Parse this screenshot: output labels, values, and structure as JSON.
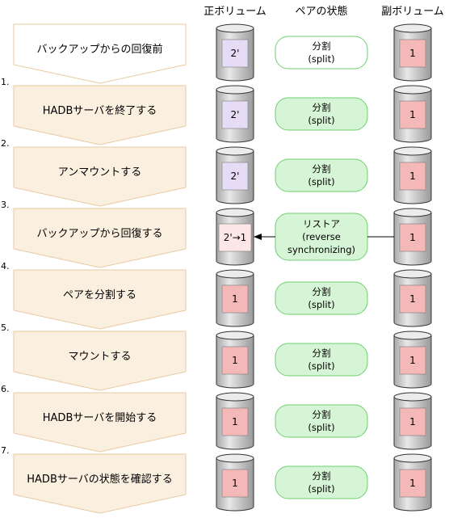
{
  "headers": {
    "primary_volume": "正ボリューム",
    "pair_state": "ペアの状態",
    "secondary_volume": "副ボリューム"
  },
  "rows": [
    {
      "num": "",
      "label": "バックアップからの回復前",
      "primary": "2'",
      "state": [
        "分割",
        "(split)"
      ],
      "arrow": false
    },
    {
      "num": "1.",
      "label": "HADBサーバを終了する",
      "primary": "2'",
      "state": [
        "分割",
        "(split)"
      ],
      "arrow": false
    },
    {
      "num": "2.",
      "label": "アンマウントする",
      "primary": "2'",
      "state": [
        "分割",
        "(split)"
      ],
      "arrow": false
    },
    {
      "num": "3.",
      "label": "バックアップから回復する",
      "primary": "2'→1",
      "state": [
        "リストア",
        "(reverse",
        "synchronizing)"
      ],
      "arrow": true
    },
    {
      "num": "4.",
      "label": "ペアを分割する",
      "primary": "1",
      "state": [
        "分割",
        "(split)"
      ],
      "arrow": false
    },
    {
      "num": "5.",
      "label": "マウントする",
      "primary": "1",
      "state": [
        "分割",
        "(split)"
      ],
      "arrow": false
    },
    {
      "num": "6.",
      "label": "HADBサーバを開始する",
      "primary": "1",
      "state": [
        "分割",
        "(split)"
      ],
      "arrow": false
    },
    {
      "num": "7.",
      "label": "HADBサーバの状態を確認する",
      "primary": "1",
      "state": [
        "分割",
        "(split)"
      ],
      "arrow": false
    }
  ],
  "secondary_value": "1",
  "colors": {
    "step_fill": "#fbefe0",
    "step_stroke": "#e8c9a0",
    "step_first_fill": "#ffffff",
    "state_fill": "#d6f5d6",
    "state_stroke": "#6fcf6f",
    "cyl_body": "#d9d9d9",
    "cyl_stroke": "#333333",
    "label_purple": "#e6dcf5",
    "label_pink": "#f5b8b8"
  }
}
